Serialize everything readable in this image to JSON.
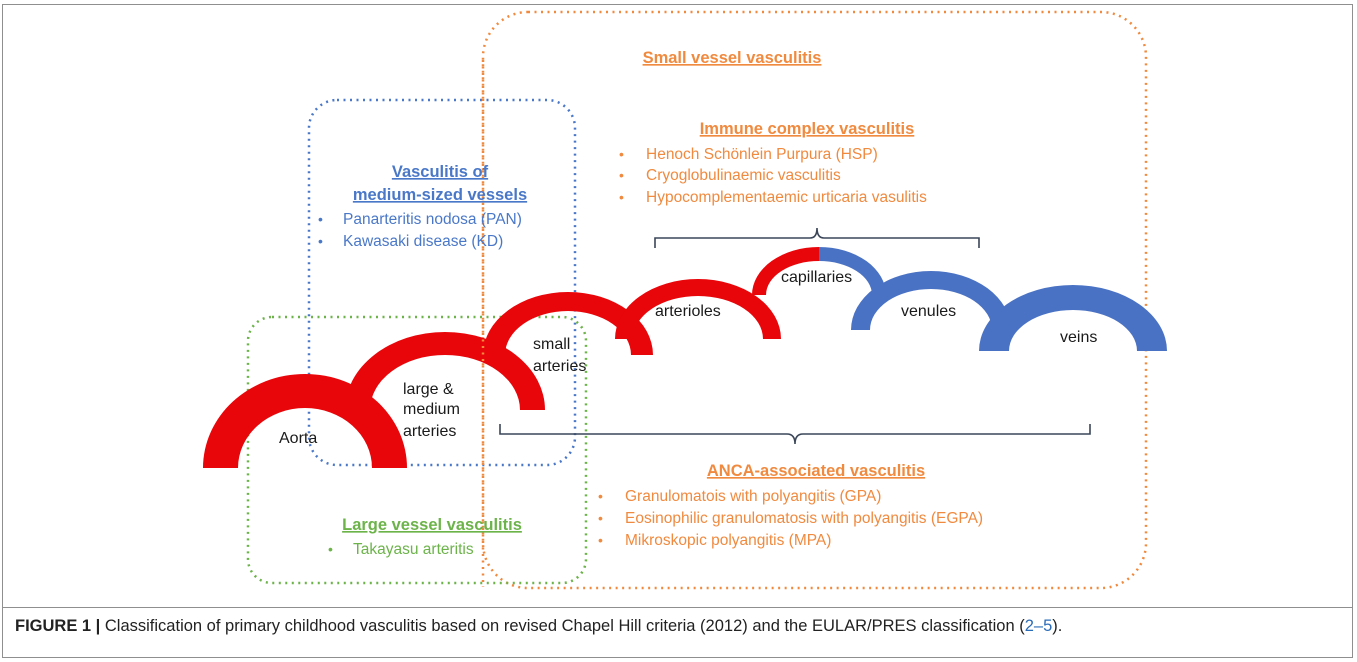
{
  "colors": {
    "small": "#f08a3f",
    "medium": "#4a78c8",
    "large": "#6cb34a",
    "artery_red": "#e8060a",
    "vein_blue": "#4a72c4",
    "caption_link": "#2b6cb8"
  },
  "groups": {
    "small": {
      "title": "Small vessel vasculitis",
      "immune": {
        "title": "Immune complex vasculitis",
        "items": [
          "Henoch Schönlein Purpura (HSP)",
          "Cryoglobulinaemic vasculitis",
          "Hypocomplementaemic urticaria vasulitis"
        ]
      },
      "anca": {
        "title": "ANCA-associated vasculitis",
        "items": [
          "Granulomatois with polyangitis (GPA)",
          "Eosinophilic granulomatosis with polyangitis (EGPA)",
          "Mikroskopic polyangitis (MPA)"
        ]
      }
    },
    "medium": {
      "title_line1": "Vasculitis of",
      "title_line2": "medium-sized vessels",
      "items": [
        "Panarteritis nodosa (PAN)",
        "Kawasaki disease (KD)"
      ]
    },
    "large": {
      "title": "Large vessel vasculitis",
      "items": [
        "Takayasu arteritis"
      ]
    }
  },
  "vessels": {
    "aorta": "Aorta",
    "large_medium": [
      "large &",
      "medium",
      "arteries"
    ],
    "small_arteries": [
      "small",
      "arteries"
    ],
    "arterioles": "arterioles",
    "capillaries": "capillaries",
    "venules": "venules",
    "veins": "veins"
  },
  "bullet": "•",
  "caption": {
    "lead": "FIGURE 1 |",
    "text": " Classification of primary childhood vasculitis based on revised Chapel Hill criteria (2012) and the EULAR/PRES classification (",
    "refs": "2–5",
    "tail": ")."
  }
}
